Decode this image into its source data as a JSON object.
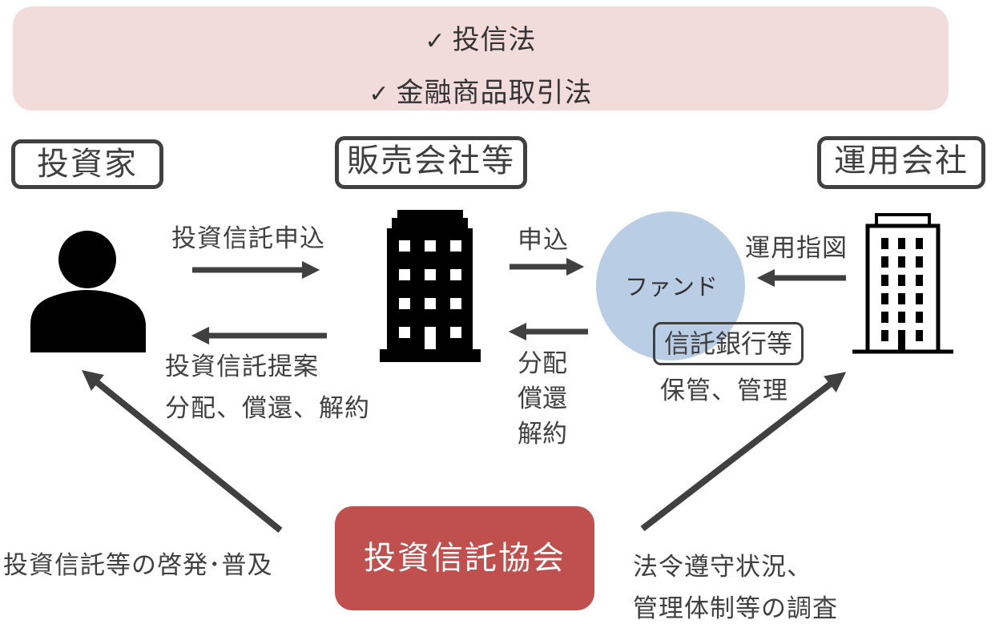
{
  "laws": {
    "items": [
      {
        "check": "✓",
        "label": "投信法"
      },
      {
        "check": "✓",
        "label": "金融商品取引法"
      }
    ]
  },
  "entities": {
    "investor": "投資家",
    "distributor": "販売会社等",
    "manager": "運用会社"
  },
  "fund": {
    "label": "ファンド",
    "trustee": "信託銀行等",
    "trustee_role": "保管、管理"
  },
  "flows": {
    "investor_to_distributor": "投資信託申込",
    "distributor_to_investor_line1": "投資信託提案",
    "distributor_to_investor_line2": "分配、償還、解約",
    "distributor_to_fund": "申込",
    "fund_to_distributor": [
      "分配",
      "償還",
      "解約"
    ],
    "manager_to_fund": "運用指図"
  },
  "association": {
    "name": "投資信託協会",
    "left_role": "投資信託等の啓発･普及",
    "right_role_line1": "法令遵守状況、",
    "right_role_line2": "管理体制等の調査"
  },
  "colors": {
    "banner": "#f2dcdb",
    "association": "#c0504d",
    "fund": "#b9cde4",
    "arrow": "#404040"
  }
}
